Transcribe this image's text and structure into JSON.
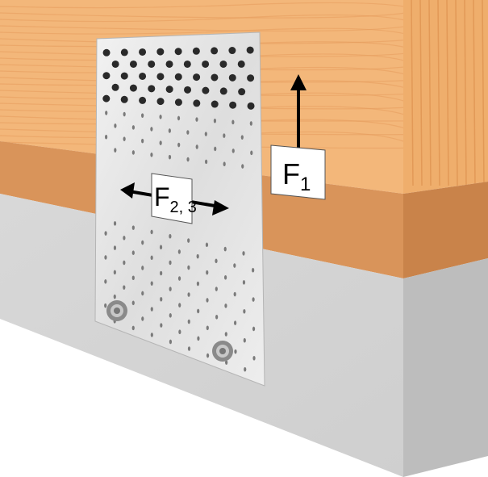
{
  "labels": {
    "f1": {
      "main": "F",
      "sub": "1"
    },
    "f23": {
      "main": "F",
      "sub": "2, 3"
    }
  },
  "colors": {
    "wood": "#f3b77a",
    "wood_grain": "#e59d5c",
    "sill": "#d9945a",
    "sill_side": "#c9834a",
    "concrete": "#d4d4d4",
    "concrete_side": "#bdbdbd",
    "plate": "#e6e6e6"
  }
}
